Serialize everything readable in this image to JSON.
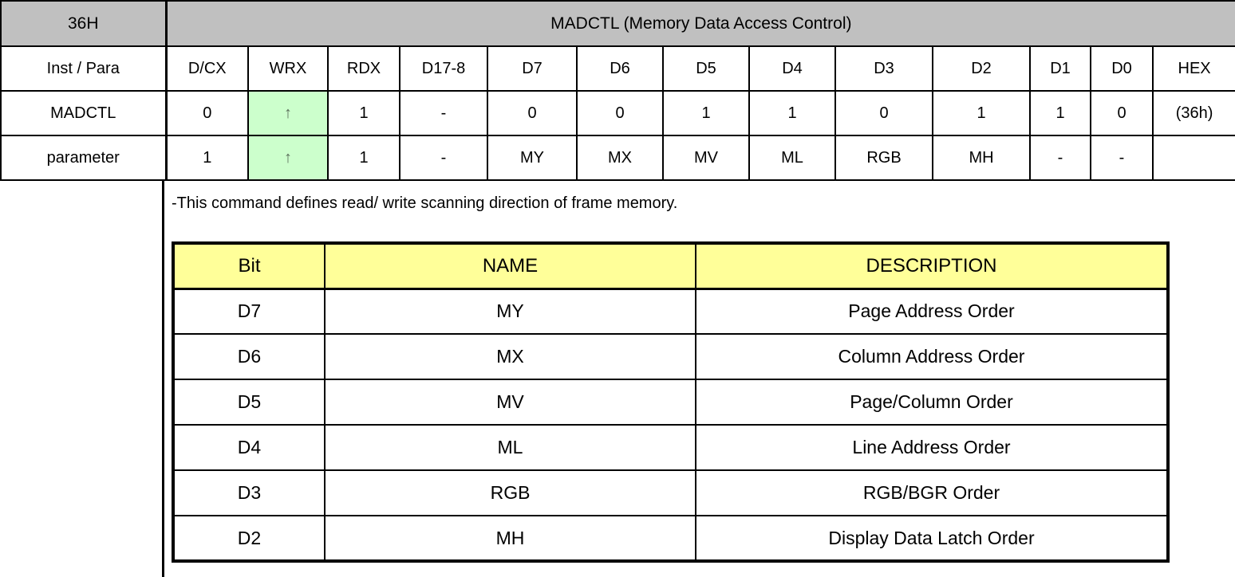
{
  "command": {
    "code": "36H",
    "title": "MADCTL (Memory Data Access Control)"
  },
  "pin_table": {
    "headers": [
      "Inst / Para",
      "D/CX",
      "WRX",
      "RDX",
      "D17-8",
      "D7",
      "D6",
      "D5",
      "D4",
      "D3",
      "D2",
      "D1",
      "D0",
      "HEX"
    ],
    "highlight_column": "WRX",
    "strobe_symbol": "↑",
    "rows": [
      {
        "label": "MADCTL",
        "cells": [
          "0",
          "↑",
          "1",
          "-",
          "0",
          "0",
          "1",
          "1",
          "0",
          "1",
          "1",
          "0",
          "(36h)"
        ]
      },
      {
        "label": "parameter",
        "cells": [
          "1",
          "↑",
          "1",
          "-",
          "MY",
          "MX",
          "MV",
          "ML",
          "RGB",
          "MH",
          "-",
          "-",
          ""
        ]
      }
    ]
  },
  "note": "-This command defines read/ write scanning direction of frame memory.",
  "bit_table": {
    "headers": [
      "Bit",
      "NAME",
      "DESCRIPTION"
    ],
    "rows": [
      [
        "D7",
        "MY",
        "Page Address Order"
      ],
      [
        "D6",
        "MX",
        "Column Address Order"
      ],
      [
        "D5",
        "MV",
        "Page/Column Order"
      ],
      [
        "D4",
        "ML",
        "Line Address Order"
      ],
      [
        "D3",
        "RGB",
        "RGB/BGR Order"
      ],
      [
        "D2",
        "MH",
        "Display Data Latch Order"
      ]
    ]
  },
  "colors": {
    "header_gray": "#c0c0c0",
    "strobe_green": "#ccffcc",
    "bit_header_yellow": "#ffff99"
  }
}
